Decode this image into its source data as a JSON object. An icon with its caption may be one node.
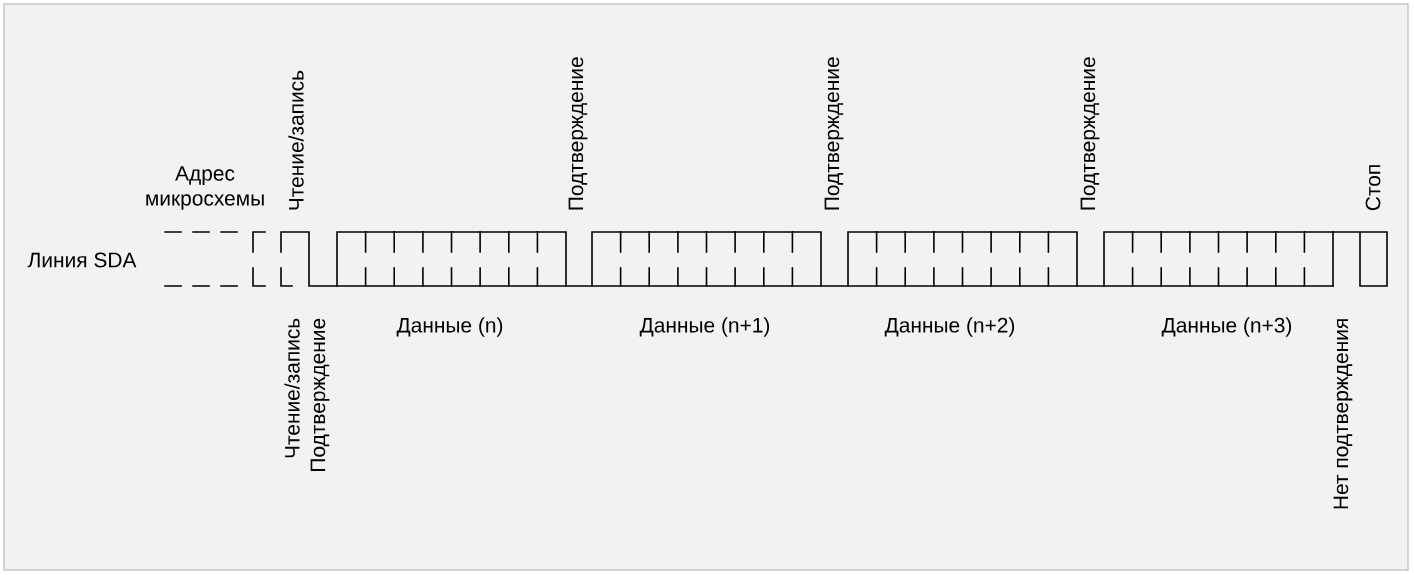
{
  "diagram": {
    "labels": [
      "Адрес микросхемы",
      "Чтение/запись",
      "Подтверждение",
      "Подтверждение",
      "Подтверждение",
      "Стоп",
      "Линия SDA",
      "Чтение/запись",
      "Подтверждение",
      "Данные (n)",
      "Данные (n+1)",
      "Данные (n+2)",
      "Данные (n+3)",
      "Нет подтверждения"
    ]
  }
}
